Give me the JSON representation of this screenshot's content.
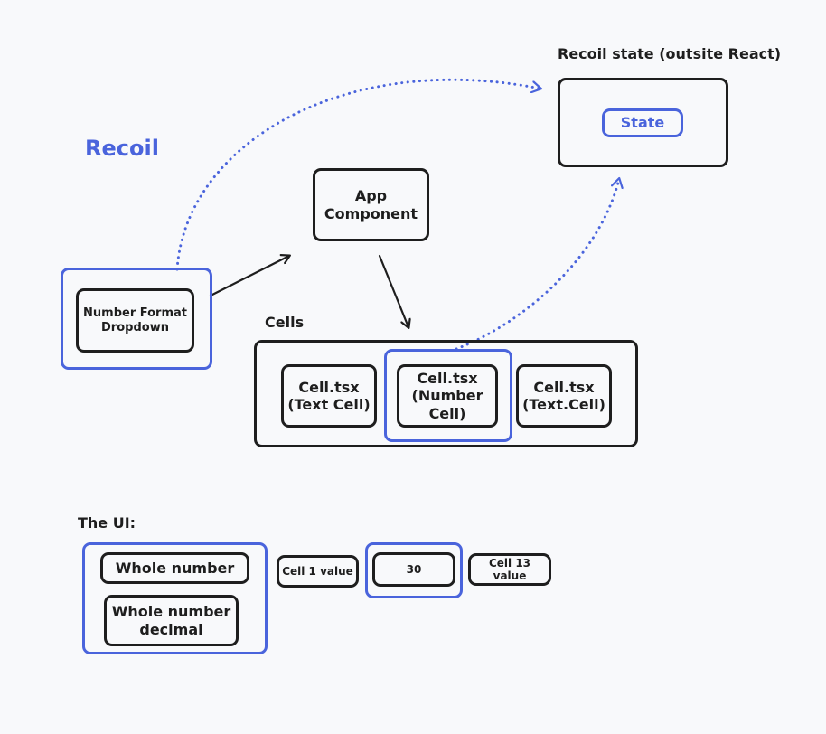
{
  "title": "Recoil",
  "state_container_label": "Recoil state (outsite React)",
  "state_label": "State",
  "app_component_label": "App\nComponent",
  "dropdown_label": "Number Format\nDropdown",
  "cells_label": "Cells",
  "cells": [
    "Cell.tsx\n(Text Cell)",
    "Cell.tsx\n(Number Cell)",
    "Cell.tsx\n(Text.Cell)"
  ],
  "ui_label": "The UI:",
  "ui_options": [
    "Whole number",
    "Whole number\ndecimal"
  ],
  "ui_cells": [
    "Cell 1 value",
    "30",
    "Cell 13 value"
  ],
  "colors": {
    "ink": "#1e1e1e",
    "accent": "#4a64dc",
    "background": "#f8f9fb"
  }
}
